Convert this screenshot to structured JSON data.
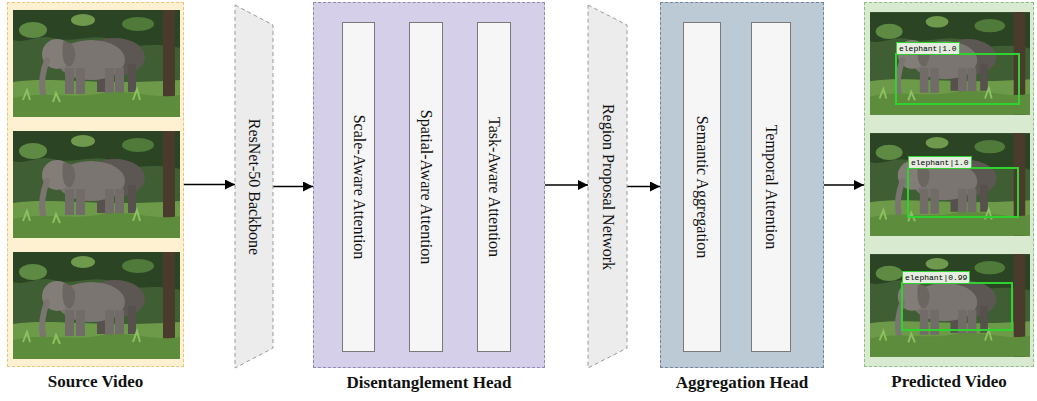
{
  "diagram": {
    "nodes": [
      {
        "text": [
          "Source Video"
        ]
      },
      {
        "text": [
          "ResNet-50 Backbone"
        ]
      },
      {
        "text": [
          "Disentanglement Head"
        ]
      },
      {
        "text": [
          "Scale-Aware Attention"
        ],
        "in": 2
      },
      {
        "text": [
          "Spatial-Aware Attention"
        ],
        "in": 2
      },
      {
        "text": [
          "Task-Aware Attention"
        ],
        "in": 2
      },
      {
        "text": [
          "Region Proposal Network"
        ]
      },
      {
        "text": [
          "Aggregation Head"
        ]
      },
      {
        "text": [
          "Semantic Aggregation"
        ],
        "in": 7
      },
      {
        "text": [
          "Temporal Attention"
        ],
        "in": 7
      },
      {
        "text": [
          "Predicted Video"
        ]
      }
    ],
    "edges": [
      {
        "from": 0,
        "to": 1,
        "arrow": "to"
      },
      {
        "from": 1,
        "to": 2,
        "arrow": "to"
      },
      {
        "from": 2,
        "to": 6,
        "arrow": "to"
      },
      {
        "from": 6,
        "to": 7,
        "arrow": "to"
      },
      {
        "from": 7,
        "to": 10,
        "arrow": "to"
      }
    ],
    "labels": [
      "elephant|1.0",
      "elephant|1.0",
      "elephant|0.99"
    ]
  }
}
